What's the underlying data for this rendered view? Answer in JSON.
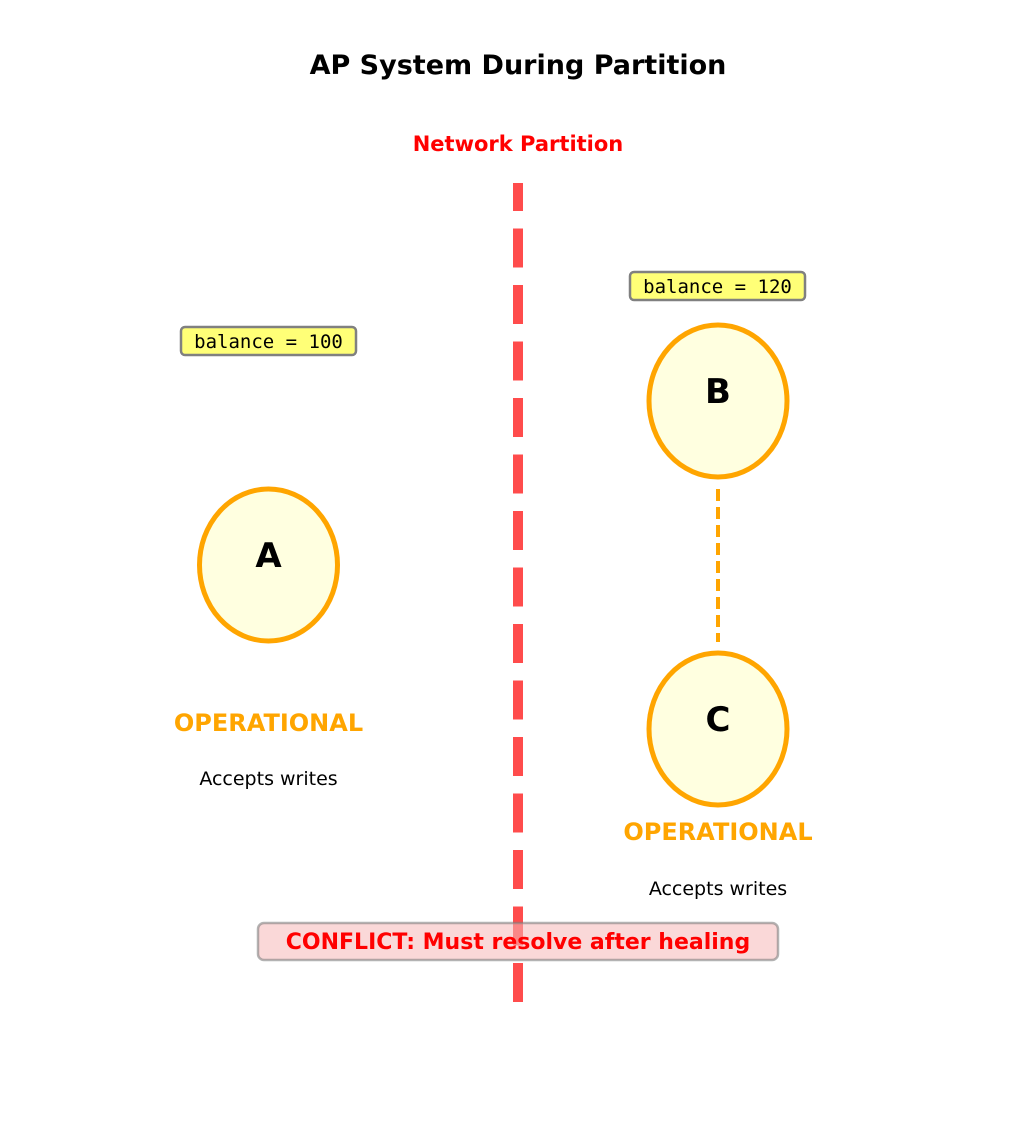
{
  "title": "AP System During Partition",
  "partition": {
    "label": "Network Partition",
    "color": "#ff4c4c",
    "label_color": "#ff0000"
  },
  "nodes": [
    {
      "id": "A",
      "label": "A",
      "balance": "balance = 100",
      "status": "OPERATIONAL",
      "note": "Accepts writes"
    },
    {
      "id": "B",
      "label": "B",
      "balance": "balance = 120"
    },
    {
      "id": "C",
      "label": "C",
      "status": "OPERATIONAL",
      "note": "Accepts writes"
    }
  ],
  "conflict": {
    "text": "CONFLICT: Must resolve after healing"
  },
  "colors": {
    "node_stroke": "#ffa500",
    "node_fill": "#ffffe0",
    "tag_fill": "#ffff77",
    "conflict_fill": "#f8d0d0"
  }
}
